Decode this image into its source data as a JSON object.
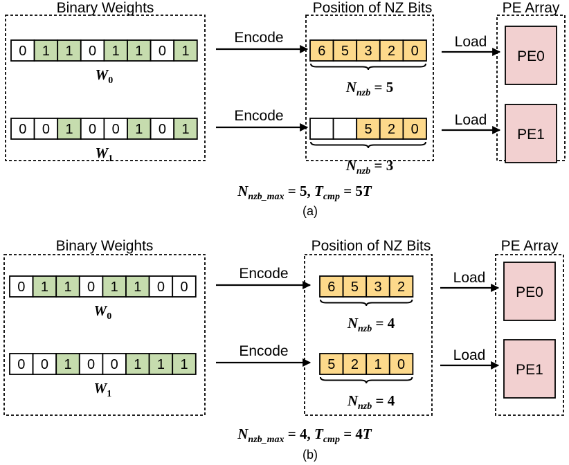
{
  "panels": [
    {
      "headers": {
        "binary": "Binary Weights",
        "position": "Position of NZ Bits",
        "pe": "PE Array"
      },
      "rows": [
        {
          "bits": [
            "0",
            "1",
            "1",
            "0",
            "1",
            "1",
            "0",
            "1"
          ],
          "label": {
            "base": "W",
            "sub": "0"
          },
          "encode": "Encode",
          "load": "Load",
          "pe": "PE0",
          "positions": [
            "6",
            "5",
            "3",
            "2",
            "0"
          ],
          "nzb": {
            "base": "N",
            "sub": "nzb",
            "rel": "=",
            "value": "5"
          }
        },
        {
          "bits": [
            "0",
            "0",
            "1",
            "0",
            "0",
            "1",
            "0",
            "1"
          ],
          "label": {
            "base": "W",
            "sub": "1"
          },
          "encode": "Encode",
          "load": "Load",
          "pe": "PE1",
          "positions": [
            "",
            "",
            "5",
            "2",
            "0"
          ],
          "nzb": {
            "base": "N",
            "sub": "nzb",
            "rel": "=",
            "value": "3"
          }
        }
      ],
      "summary": {
        "n_base": "N",
        "n_sub": "nzb_max",
        "eq1": "=",
        "n_value": "5,",
        "t_base": "T",
        "t_sub": "cmp",
        "eq2": "=",
        "t_num": "5",
        "t_unit": "T"
      },
      "caption": "(a)"
    },
    {
      "headers": {
        "binary": "Binary Weights",
        "position": "Position of NZ Bits",
        "pe": "PE Array"
      },
      "rows": [
        {
          "bits": [
            "0",
            "1",
            "1",
            "0",
            "1",
            "1",
            "0",
            "0"
          ],
          "label": {
            "base": "W",
            "sub": "0"
          },
          "encode": "Encode",
          "load": "Load",
          "pe": "PE0",
          "positions": [
            "6",
            "5",
            "3",
            "2"
          ],
          "nzb": {
            "base": "N",
            "sub": "nzb",
            "rel": "=",
            "value": "4"
          }
        },
        {
          "bits": [
            "0",
            "0",
            "1",
            "0",
            "0",
            "1",
            "1",
            "1"
          ],
          "label": {
            "base": "W",
            "sub": "1"
          },
          "encode": "Encode",
          "load": "Load",
          "pe": "PE1",
          "positions": [
            "5",
            "2",
            "1",
            "0"
          ],
          "nzb": {
            "base": "N",
            "sub": "nzb",
            "rel": "=",
            "value": "4"
          }
        }
      ],
      "summary": {
        "n_base": "N",
        "n_sub": "nzb_max",
        "eq1": "=",
        "n_value": "4,",
        "t_base": "T",
        "t_sub": "cmp",
        "eq2": "=",
        "t_num": "4",
        "t_unit": "T"
      },
      "caption": "(b)"
    }
  ],
  "colors": {
    "bit_one": "#c6dcae",
    "bit_zero": "#ffffff",
    "position_cell": "#fdd98b",
    "pe_box": "#f2d0d0",
    "stroke": "#000000"
  }
}
